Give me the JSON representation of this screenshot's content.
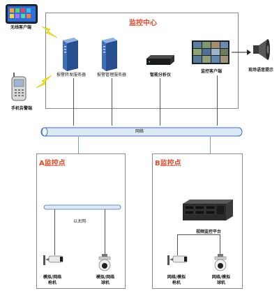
{
  "monitor_center": {
    "title": "监控中心"
  },
  "devices": {
    "mobile_client": "无线客户端",
    "phone_alarm": "手机告警端",
    "alarm_forward_server": "报警转发服务器",
    "alarm_mgmt_server": "报警管理服务器",
    "smart_analyzer": "智能分析仪",
    "monitor_client": "监控客户端",
    "onsite_voice": "现场语音提示"
  },
  "network": {
    "label": "网络"
  },
  "site_a": {
    "title": "A监控点",
    "switch_label": "以太网",
    "cameras": [
      {
        "label_line1": "模拟/网络",
        "label_line2": "枪机"
      },
      {
        "label_line1": "模拟/网络",
        "label_line2": "球机"
      }
    ]
  },
  "site_b": {
    "title": "B监控点",
    "platform_label": "视频监控平台",
    "cameras": [
      {
        "label_line1": "网络/模拟",
        "label_line2": "枪机"
      },
      {
        "label_line1": "网络/模拟",
        "label_line2": "球机"
      }
    ]
  },
  "colors": {
    "accent_title": "#e24a2b",
    "lightning": "#f2e400",
    "bus_fill": "#dce9f6",
    "bus_stroke": "#3c6fb0"
  }
}
